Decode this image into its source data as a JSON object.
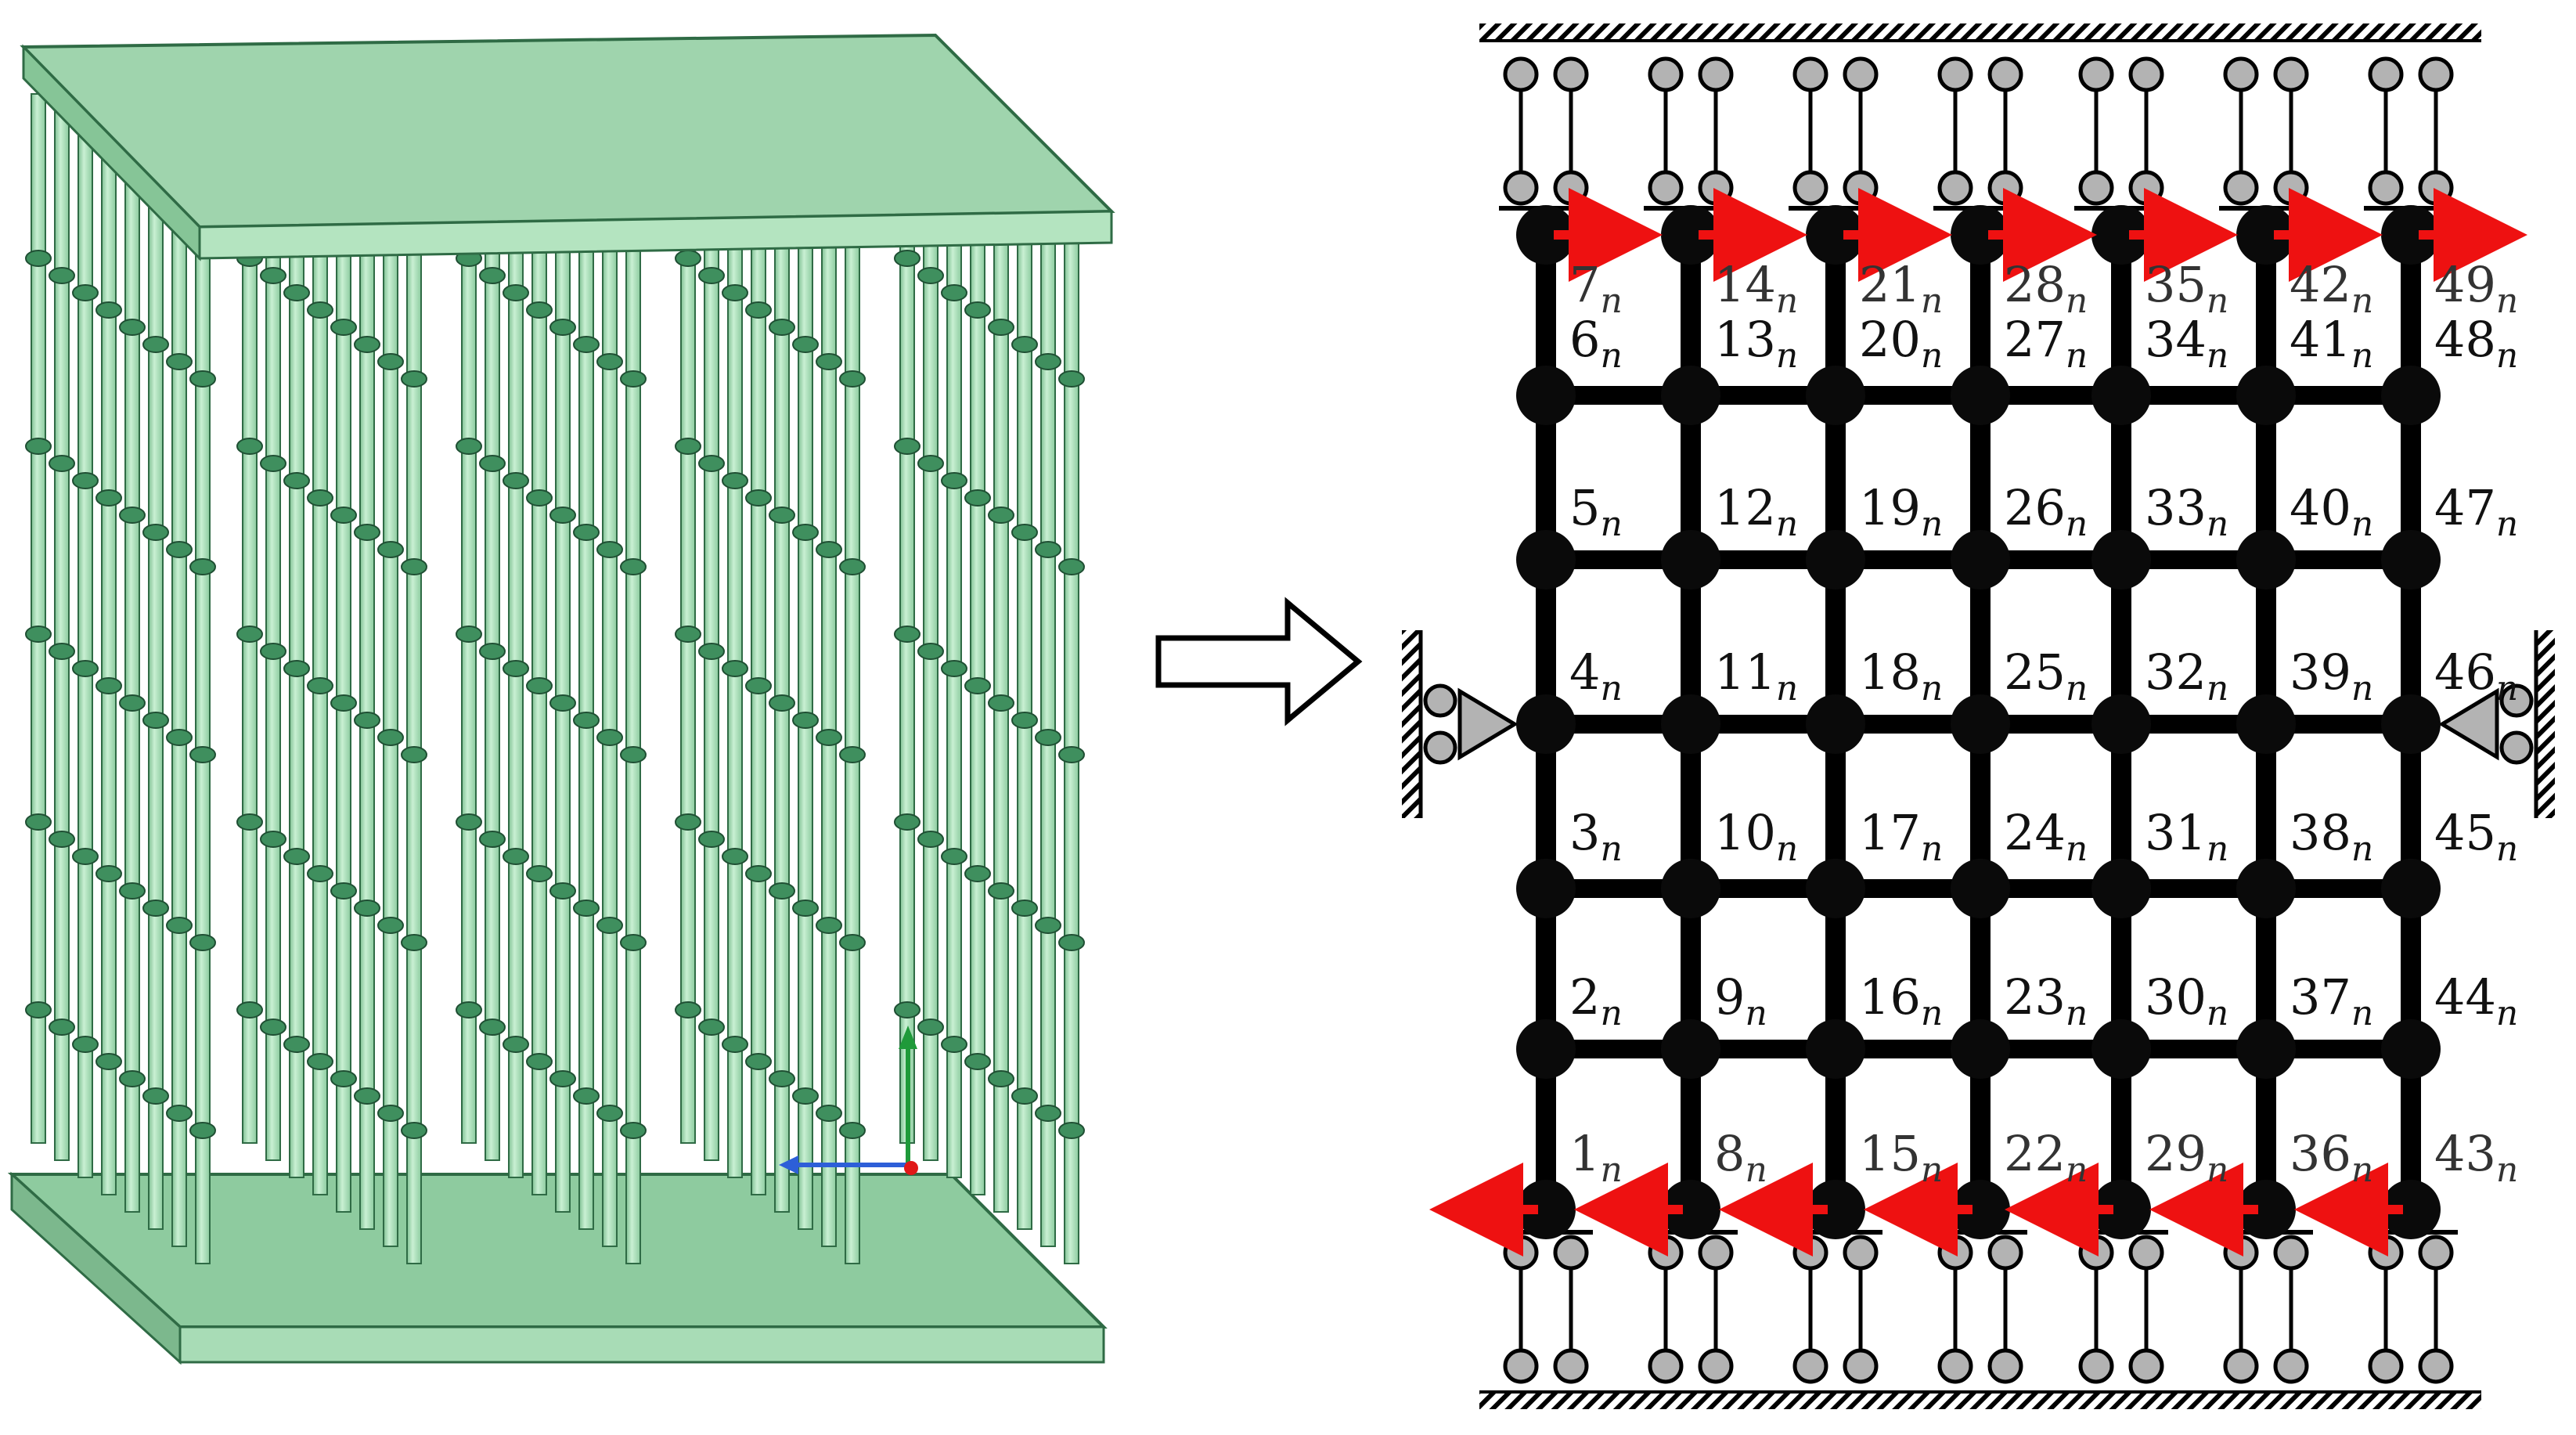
{
  "figure": {
    "left_panel": {
      "colors": {
        "frame": "#a6dcb6",
        "frame_edge": "#2f6b45",
        "plate_top": "#9fd4ad",
        "joint": "#2e6f4b"
      }
    },
    "arrow_colors": {
      "red": "#ee1111",
      "node": "#0a0a0a",
      "support": "#b3b3b3"
    },
    "node_rows": [
      [
        "1",
        "8",
        "15",
        "22",
        "29",
        "36",
        "43"
      ],
      [
        "2",
        "9",
        "16",
        "23",
        "30",
        "37",
        "44"
      ],
      [
        "3",
        "10",
        "17",
        "24",
        "31",
        "38",
        "45"
      ],
      [
        "4",
        "11",
        "18",
        "25",
        "32",
        "39",
        "46"
      ],
      [
        "5",
        "12",
        "19",
        "26",
        "33",
        "40",
        "47"
      ],
      [
        "6",
        "13",
        "20",
        "27",
        "34",
        "41",
        "48"
      ],
      [
        "7",
        "14",
        "21",
        "28",
        "35",
        "42",
        "49"
      ]
    ],
    "subscript": "n"
  }
}
